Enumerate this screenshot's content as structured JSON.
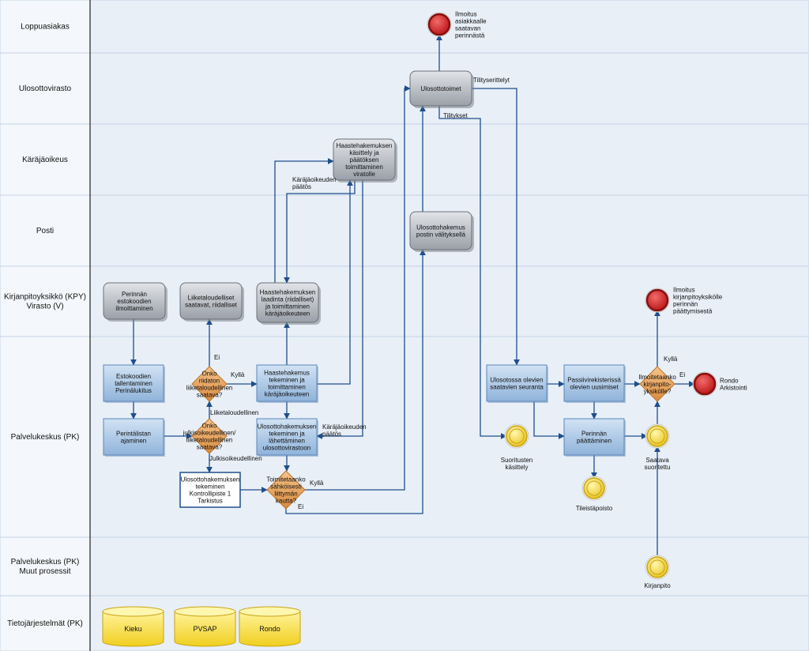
{
  "colors": {
    "lane_bg": "#e8eff7",
    "lane_border": "#c3d3e6",
    "label_col_bg": "#ffffff",
    "connector": "#1f4e8c",
    "blue_box_fill": "#a9c6e5",
    "gray_box_fill": "#b7bcc3",
    "decision_fill": "#e6a25a",
    "end_event": "#cc1f1f",
    "intermediate_event": "#f2d02a",
    "database": "#f5dc3a"
  },
  "lanes": [
    {
      "id": "loppuasiakas",
      "label": [
        "Loppuasiakas"
      ]
    },
    {
      "id": "ulosottovirasto",
      "label": [
        "Ulosottovirasto"
      ]
    },
    {
      "id": "karajaoikeus",
      "label": [
        "Käräjäoikeus"
      ]
    },
    {
      "id": "posti",
      "label": [
        "Posti"
      ]
    },
    {
      "id": "kpy",
      "label": [
        "Kirjanpitoyksikkö (KPY)",
        "Virasto (V)"
      ]
    },
    {
      "id": "pk",
      "label": [
        "Palvelukeskus (PK)"
      ]
    },
    {
      "id": "pk_muut",
      "label": [
        "Palvelukeskus (PK)",
        "Muut prosessit"
      ]
    },
    {
      "id": "tj",
      "label": [
        "Tietojärjestelmät (PK)"
      ]
    }
  ],
  "nodes": {
    "ilmoitus_asiakkaalle": {
      "type": "end",
      "text": [
        "Ilmoitus",
        "asiakkaalle",
        "saatavan",
        "perinnästä"
      ]
    },
    "ulosottotoimet": {
      "type": "gray",
      "text": [
        "Ulosottotoimet"
      ]
    },
    "haastehakemuksen_kasittely": {
      "type": "gray",
      "text": [
        "Haastehakemuksen",
        "käsittely ja",
        "päätöksen",
        "toimittaminen",
        "viratolle"
      ]
    },
    "ulosottohakemus_postin": {
      "type": "gray",
      "text": [
        "Ulosottohakemus",
        "postin välityksellä"
      ]
    },
    "perinnan_estokoodien": {
      "type": "gray",
      "text": [
        "Perinnän",
        "estokoodien",
        "ilmoittaminen"
      ]
    },
    "liiketaloudelliset": {
      "type": "gray",
      "text": [
        "Liiketaloudelliset",
        "saatavat, riidalliset"
      ]
    },
    "haastehakemuksen_laadinta": {
      "type": "gray",
      "text": [
        "Haastehakemuksen",
        "laadinta (riidalliset)",
        "ja toimittaminen",
        "käräjäoikeuteen"
      ]
    },
    "ilmoitus_kirjanpitoyksikolle": {
      "type": "end",
      "text": [
        "Ilmoitus",
        "kirjanpitoyksikölle",
        "perinnän",
        "päättymisestä"
      ]
    },
    "estokoodien_tallentaminen": {
      "type": "blue",
      "text": [
        "Estokoodien",
        "tallentaminen",
        "Perinälukitus"
      ]
    },
    "onko_riidaton": {
      "type": "decision",
      "text": [
        "Onko",
        "riidaton",
        "liiketaloudellinen",
        "saatava?"
      ]
    },
    "haastehakemus_tekeminen": {
      "type": "blue",
      "text": [
        "Haastehakemus",
        "tekeminen ja",
        "toimittaminen",
        "käräjäoikeuteen"
      ]
    },
    "ulosotossa_olevien": {
      "type": "blue",
      "text": [
        "Ulosotossa olevien",
        "saatavien seuranta"
      ]
    },
    "passiivirekisterissa": {
      "type": "blue",
      "text": [
        "Passiivirekisterissä",
        "olevien uusimiset"
      ]
    },
    "ilmoitetaanko": {
      "type": "decision",
      "text": [
        "Ilmoitetaanko",
        "kirjanpito-",
        "yksikölle?"
      ]
    },
    "rondo_arkistointi": {
      "type": "end",
      "text": [
        "Rondo",
        "Arkistointi"
      ]
    },
    "perintalistan": {
      "type": "blue",
      "text": [
        "Perintälistan",
        "ajaminen"
      ]
    },
    "onko_julkisoikeudellinen": {
      "type": "decision",
      "text": [
        "Onko",
        "julkisoikeudellinen/",
        "liiketaloudellinen",
        "saatava?"
      ]
    },
    "ulosottohakemuksen_tekeminen": {
      "type": "blue",
      "text": [
        "Ulosottohakemuksen",
        "tekeminen ja",
        "lähettäminen",
        "ulosottovirastoon"
      ]
    },
    "suoritusten_kasittely": {
      "type": "intermediate",
      "text": [
        "Suoritusten",
        "käsittely"
      ]
    },
    "perinnan_paattaminen": {
      "type": "blue",
      "text": [
        "Perinnän",
        "päättäminen"
      ]
    },
    "saatava_suoritettu": {
      "type": "intermediate",
      "text": [
        "Saatava",
        "suoritettu"
      ]
    },
    "ulosottohakemuksen_kontrollipiste": {
      "type": "white",
      "text": [
        "Ulosottohakemuksen",
        "tekeminen",
        "Kontrollipiste 1",
        "Tarkistus"
      ]
    },
    "toimitetaanko": {
      "type": "decision",
      "text": [
        "Toimitetaanko",
        "sähköisesti",
        "liittymän",
        "kautta?"
      ]
    },
    "tileistapoisto": {
      "type": "intermediate",
      "text": [
        "Tileistäpoisto"
      ]
    },
    "kirjanpito": {
      "type": "intermediate",
      "text": [
        "Kirjanpito"
      ]
    }
  },
  "edge_labels": {
    "tilityserittelyt": "Tilityserittelyt",
    "tilitykset": "Tilitykset",
    "karajaoikeuden_paatos_1": [
      "Käräjäoikeuden",
      "päätös"
    ],
    "karajaoikeuden_paatos_2": [
      "Käräjäoikeuden",
      "päätös"
    ],
    "ei_riidaton": "Ei",
    "kylla_riidaton": "Kyllä",
    "liiketaloudellinen": "Liiketaloudellinen",
    "julkisoikeudellinen": "Julkisoikeudellinen",
    "kylla_toimitetaanko": "Kyllä",
    "ei_toimitetaanko": "Ei",
    "kylla_ilmoitetaanko": "Kyllä",
    "ei_ilmoitetaanko": "Ei"
  },
  "databases": [
    {
      "label": "Kieku"
    },
    {
      "label": "PVSAP"
    },
    {
      "label": "Rondo"
    }
  ]
}
